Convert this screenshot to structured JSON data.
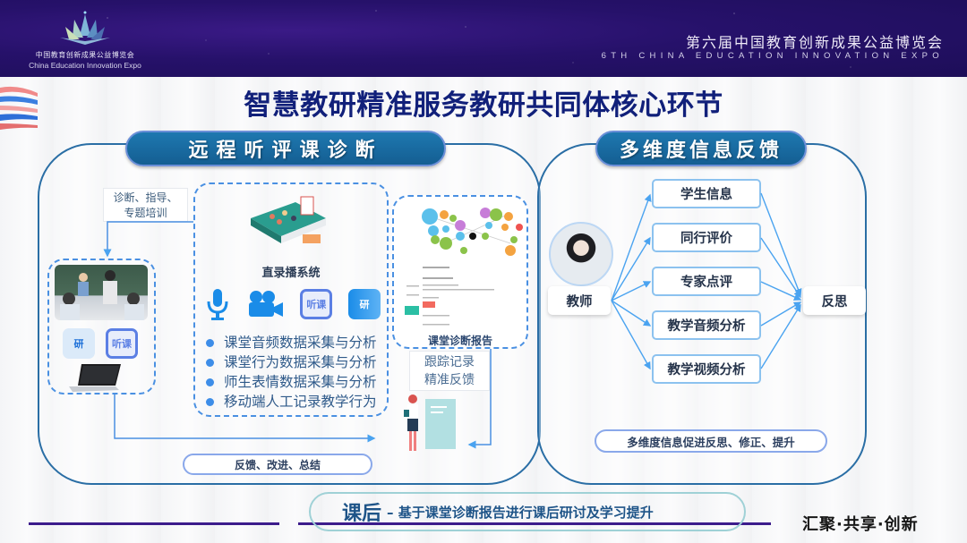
{
  "header": {
    "logo_cn": "中国教育创新成果公益博览会",
    "logo_en": "China Education Innovation Expo",
    "expo_cn": "第六届中国教育创新成果公益博览会",
    "expo_en": "6TH CHINA EDUCATION INNOVATION EXPO"
  },
  "title": "智慧教研精准服务教研共同体核心环节",
  "left_panel": {
    "title": "远程听评课诊断",
    "note_diagnosis": [
      "诊断、指导、",
      "专题培训"
    ],
    "classroom_icons": [
      "研",
      "听课"
    ],
    "system": {
      "title": "直录播系统",
      "icons": [
        "microphone-icon",
        "video-camera-icon",
        "listen-class-icon",
        "research-book-icon"
      ],
      "features": [
        "课堂音频数据采集与分析",
        "课堂行为数据采集与分析",
        "师生表情数据采集与分析",
        "移动端人工记录教学行为"
      ]
    },
    "report_label": "课堂诊断报告",
    "note_track": [
      "跟踪记录",
      "精准反馈"
    ],
    "feedback_pill": "反馈、改进、总结"
  },
  "right_panel": {
    "title": "多维度信息反馈",
    "source": "教师",
    "target": "反思",
    "items": [
      "学生信息",
      "同行评价",
      "专家点评",
      "教学音频分析",
      "教学视频分析"
    ],
    "summary_pill": "多维度信息促进反思、修正、提升"
  },
  "bottom": {
    "strong": "课后",
    "rest": "– 基于课堂诊断报告进行课后研讨及学习提升",
    "slogan": "汇聚·共享·创新"
  },
  "colors": {
    "header_bg": "#26116a",
    "title_navy": "#11207a",
    "panel_border": "#2a6ea5",
    "pill_blue": "#1e78b0",
    "accent_blue": "#3d8de8",
    "arrow_blue": "#4aa3f0"
  }
}
